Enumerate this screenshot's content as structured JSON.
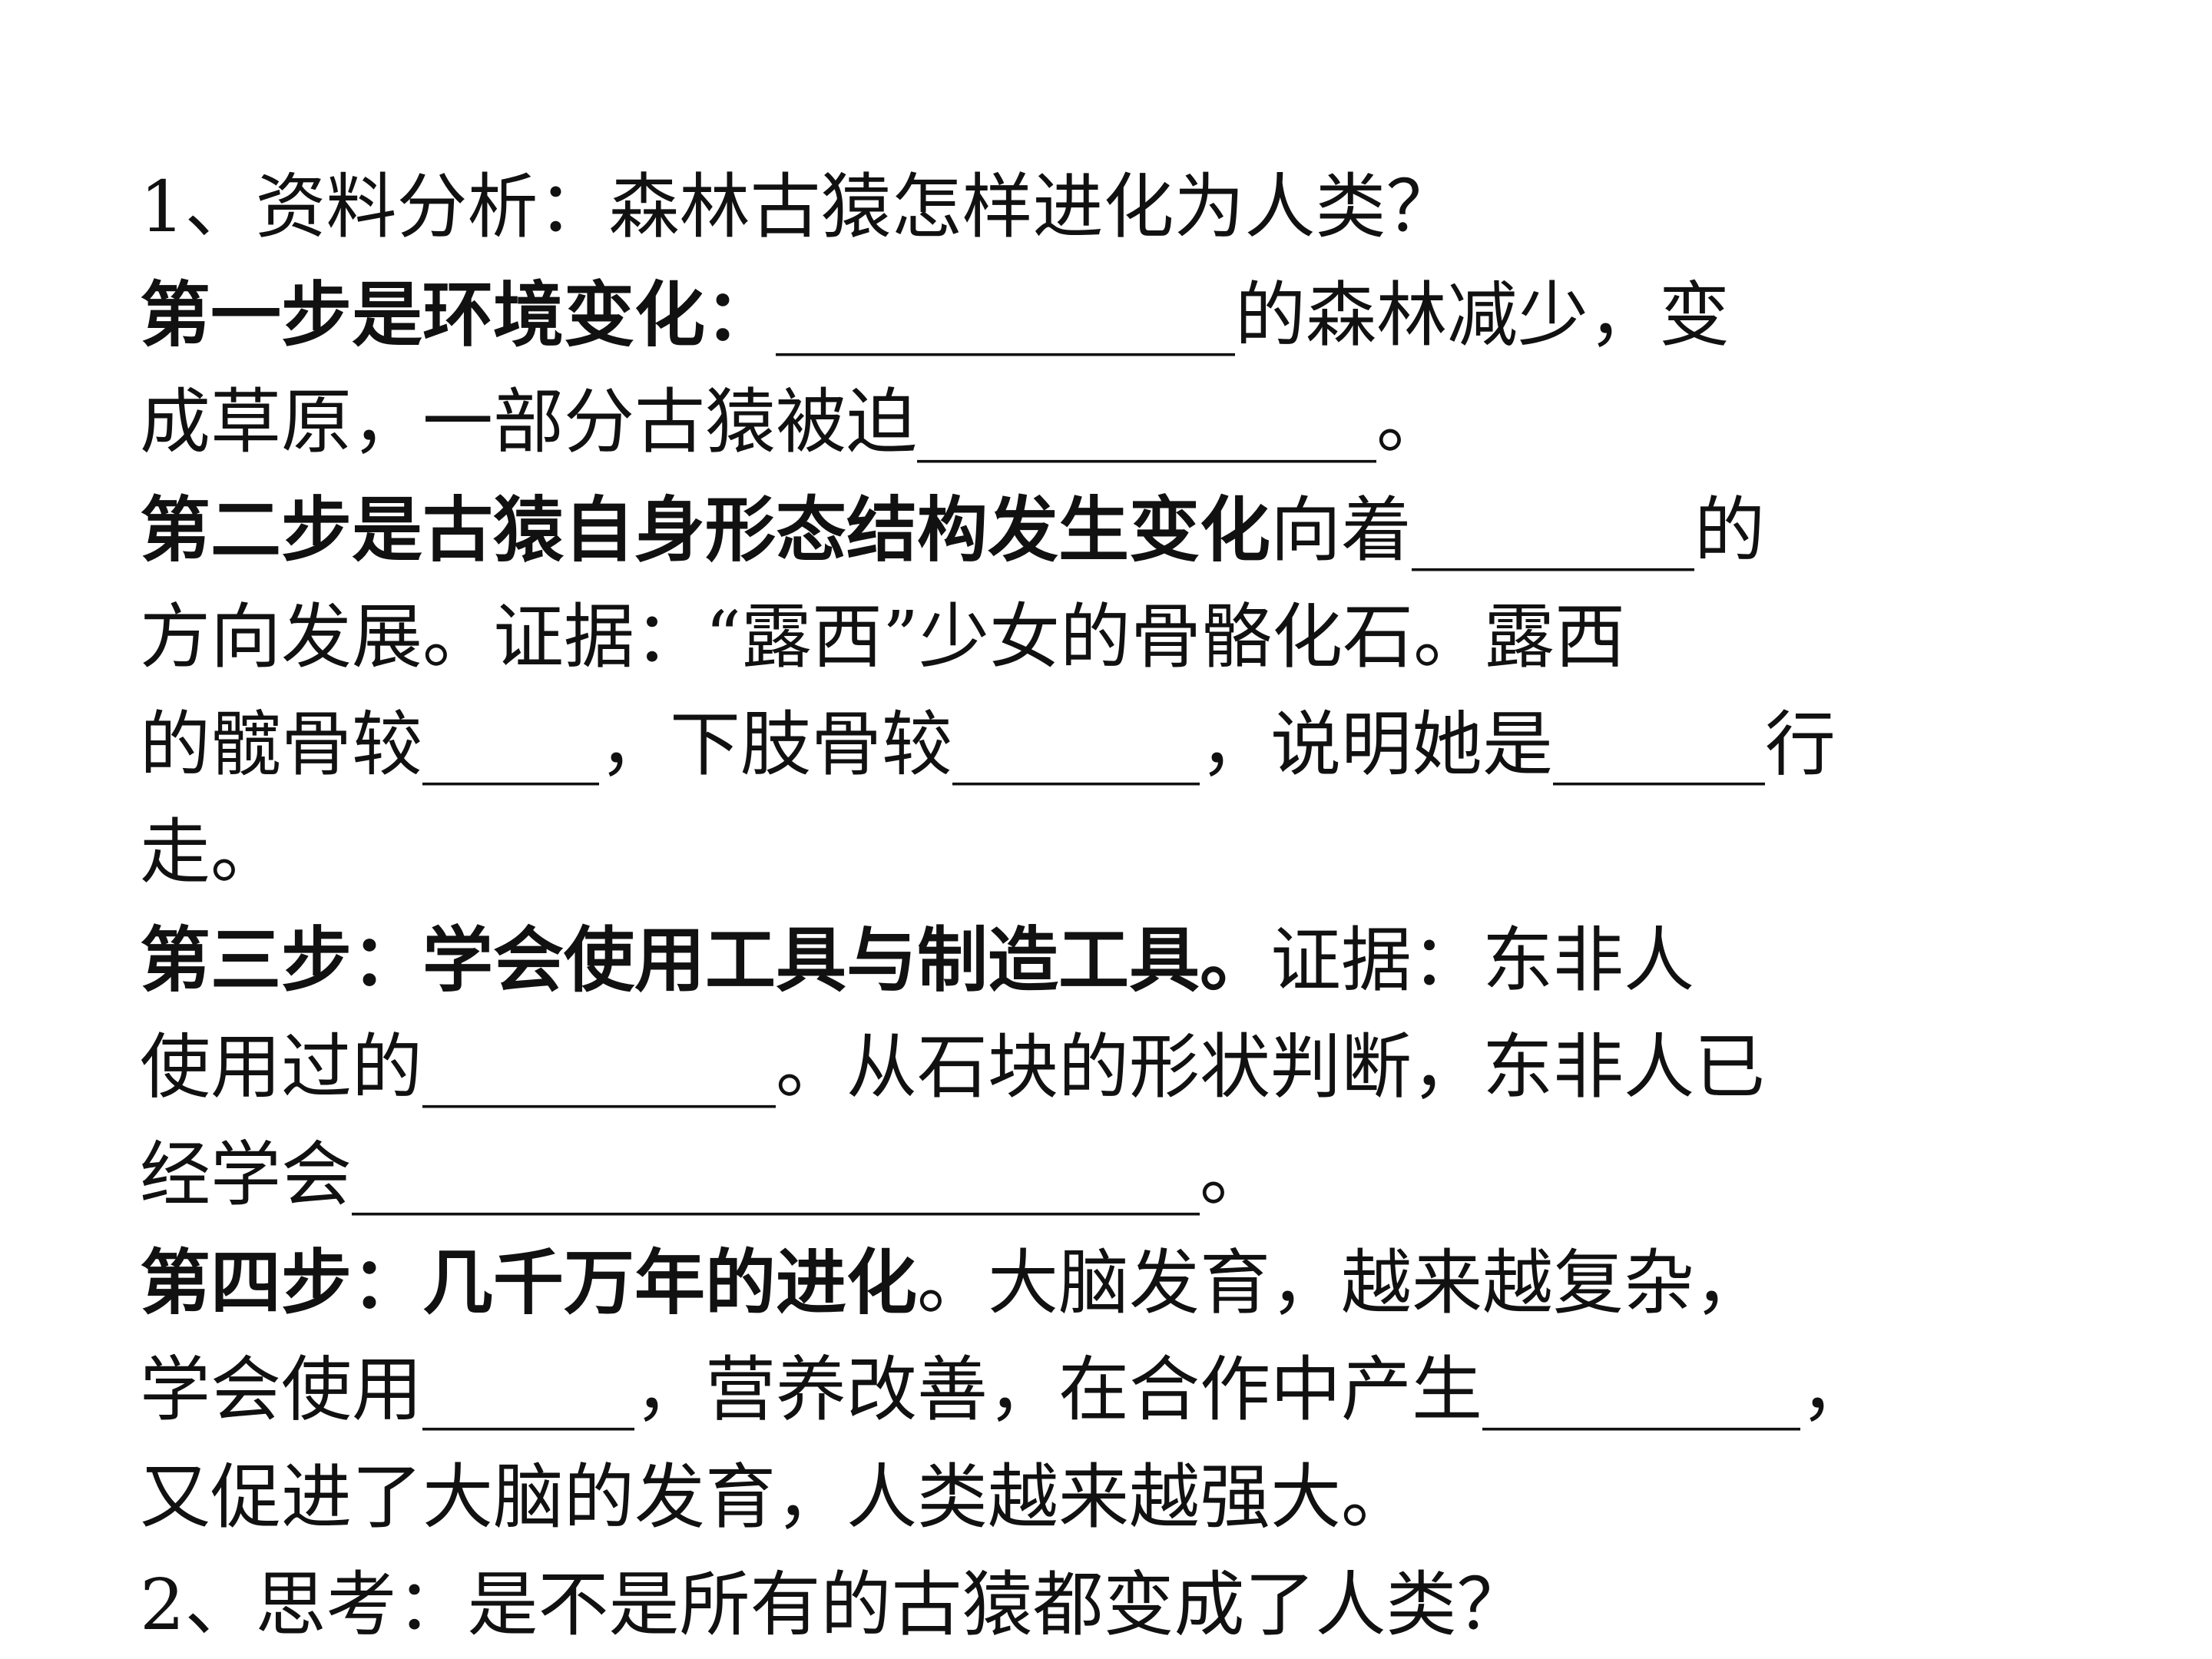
{
  "q1": {
    "line1": "1、资料分析：森林古猿怎样进化为人类？"
  },
  "step1": {
    "bold": "第一步是环境变化：",
    "line1_rest": "_____________的森林减少，变",
    "line2": "成草原，一部分古猿被迫_____________。"
  },
  "step2": {
    "bold": "第二步是古猿自身形态结构发生变化",
    "line1_rest": "向着________的",
    "line2": "方向发展。证据：“露西”少女的骨骼化石。露西",
    "line3": "的髋骨较_____，下肢骨较_______，说明她是______行",
    "line4": "走。"
  },
  "step3": {
    "bold": "第三步：学会使用工具与制造工具。",
    "line1_rest": "证据：东非人",
    "line2": "使用过的__________。从石块的形状判断，东非人已",
    "line3": "经学会________________________。"
  },
  "step4": {
    "bold": "第四步：几千万年的进化",
    "line1_rest": "。大脑发育，越来越复杂，",
    "line2": "学会使用______，营养改善，在合作中产生_________，",
    "line3": "又促进了大脑的发育，人类越来越强大。"
  },
  "q2": {
    "line1": "2、思考：是不是所有的古猿都变成了人类？"
  }
}
